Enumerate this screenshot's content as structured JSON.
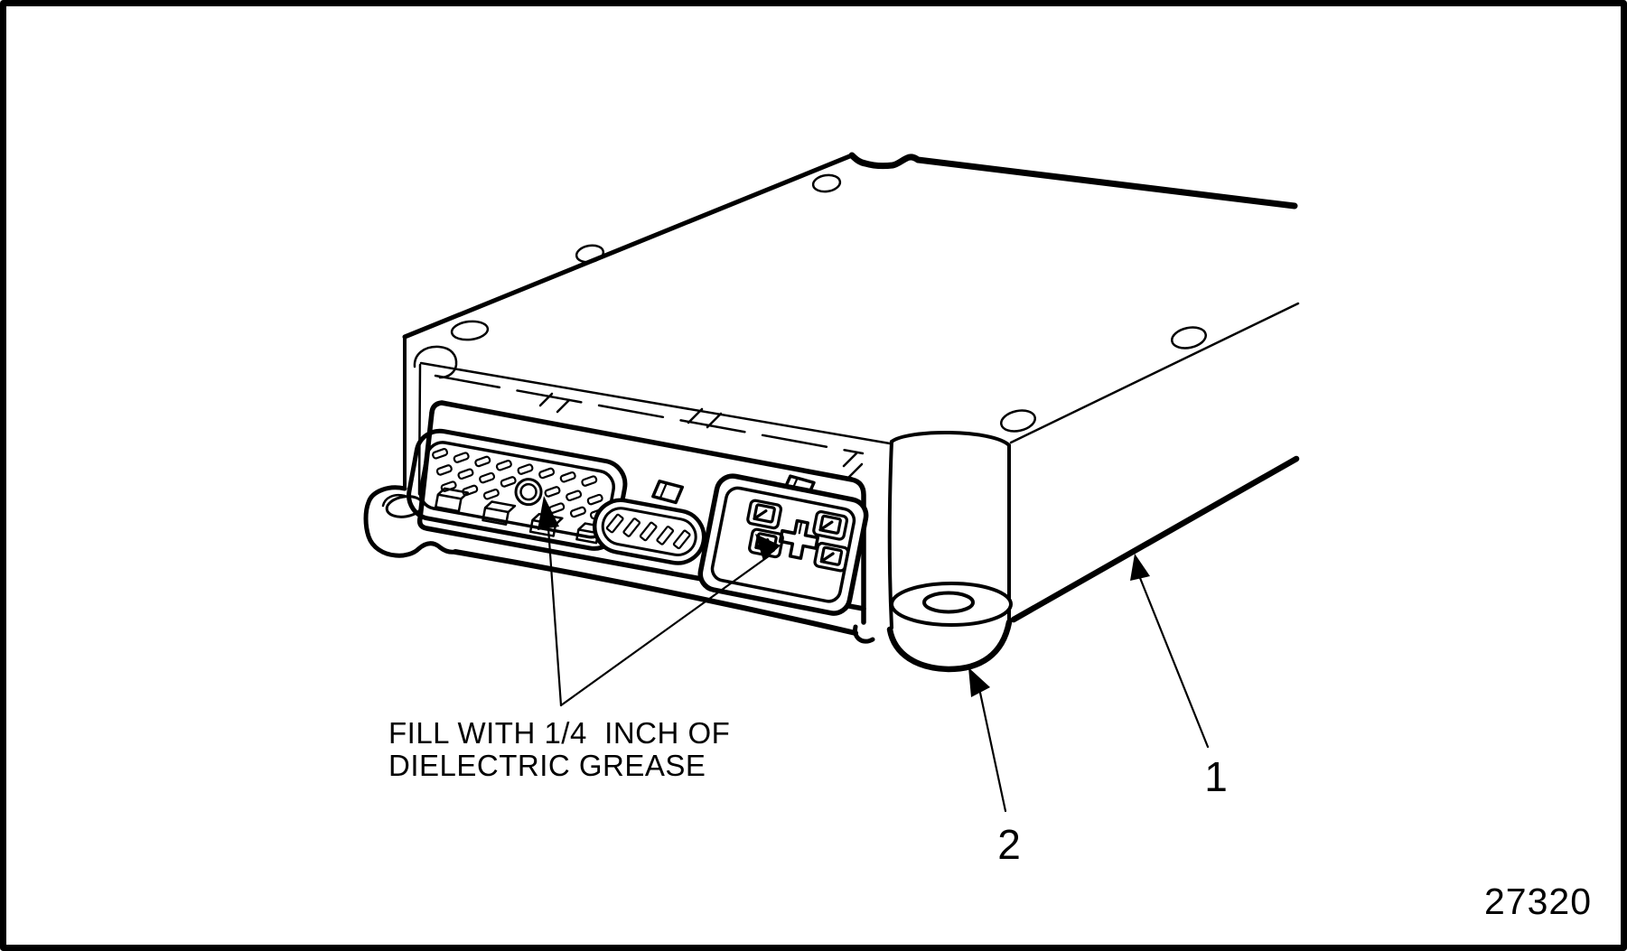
{
  "figure": {
    "type": "technical line illustration",
    "subject": "electronic control module (ECM) with three front connectors, mounting flange and corner foot",
    "annotation": {
      "line1": "FILL WITH 1/4  INCH OF",
      "line2": "DIELECTRIC GREASE"
    },
    "callouts": [
      {
        "label": "1",
        "points_to": "bottom edge of module"
      },
      {
        "label": "2",
        "points_to": "corner mounting foot"
      }
    ],
    "figure_number": "27320",
    "colors": {
      "line": "#000000",
      "background": "#ffffff"
    }
  }
}
